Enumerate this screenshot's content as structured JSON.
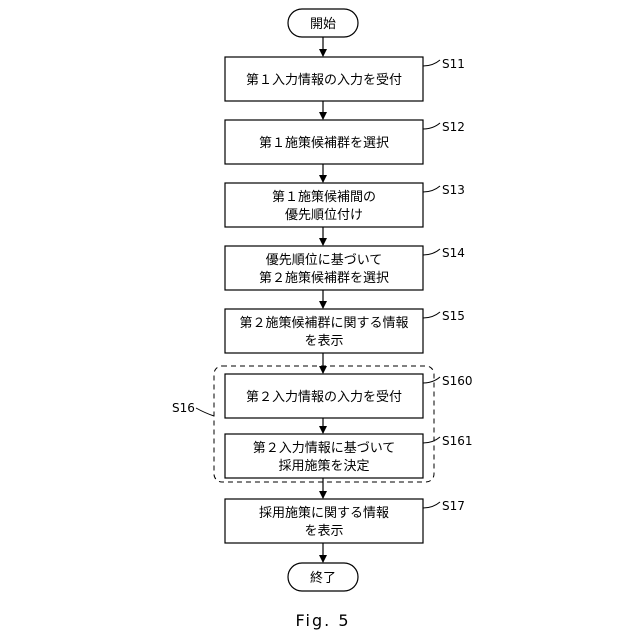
{
  "diagram": {
    "start": "開始",
    "end": "終了",
    "caption": "Fig. 5",
    "group_label": "S16",
    "steps": [
      {
        "id": "S11",
        "lines": [
          "第１入力情報の入力を受付"
        ]
      },
      {
        "id": "S12",
        "lines": [
          "第１施策候補群を選択"
        ]
      },
      {
        "id": "S13",
        "lines": [
          "第１施策候補間の",
          "優先順位付け"
        ]
      },
      {
        "id": "S14",
        "lines": [
          "優先順位に基づいて",
          "第２施策候補群を選択"
        ]
      },
      {
        "id": "S15",
        "lines": [
          "第２施策候補群に関する情報",
          "を表示"
        ]
      },
      {
        "id": "S160",
        "lines": [
          "第２入力情報の入力を受付"
        ]
      },
      {
        "id": "S161",
        "lines": [
          "第２入力情報に基づいて",
          "採用施策を決定"
        ]
      },
      {
        "id": "S17",
        "lines": [
          "採用施策に関する情報",
          "を表示"
        ]
      }
    ]
  }
}
